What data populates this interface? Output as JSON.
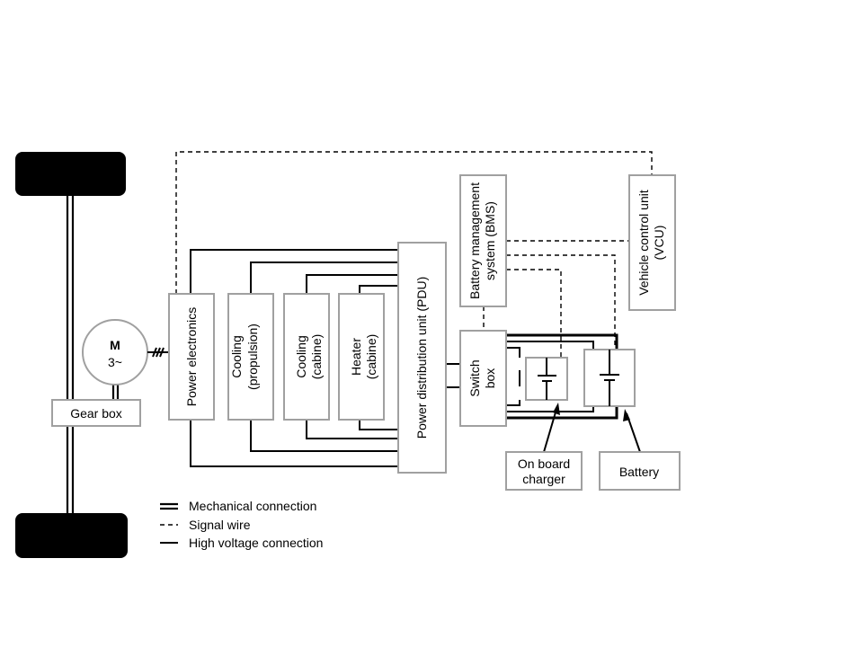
{
  "motor": {
    "label": "M",
    "phase": "3~"
  },
  "gearbox": {
    "label": "Gear box"
  },
  "power_electronics": {
    "label": "Power electronics"
  },
  "cooling_propulsion": {
    "line1": "Cooling",
    "line2": "(propulsion)"
  },
  "cooling_cabine": {
    "line1": "Cooling",
    "line2": "(cabine)"
  },
  "heater_cabine": {
    "line1": "Heater",
    "line2": "(cabine)"
  },
  "pdu": {
    "label": "Power distribution unit (PDU)"
  },
  "bms": {
    "line1": "Battery management",
    "line2": "system (BMS)"
  },
  "vcu": {
    "line1": "Vehicle control unit",
    "line2": "(VCU)"
  },
  "switch_box": {
    "line1": "Switch",
    "line2": "box"
  },
  "on_board_charger": {
    "line1": "On board",
    "line2": "charger"
  },
  "battery": {
    "label": "Battery"
  },
  "legend": {
    "mechanical": "Mechanical connection",
    "signal": "Signal wire",
    "high_voltage": "High voltage connection"
  }
}
